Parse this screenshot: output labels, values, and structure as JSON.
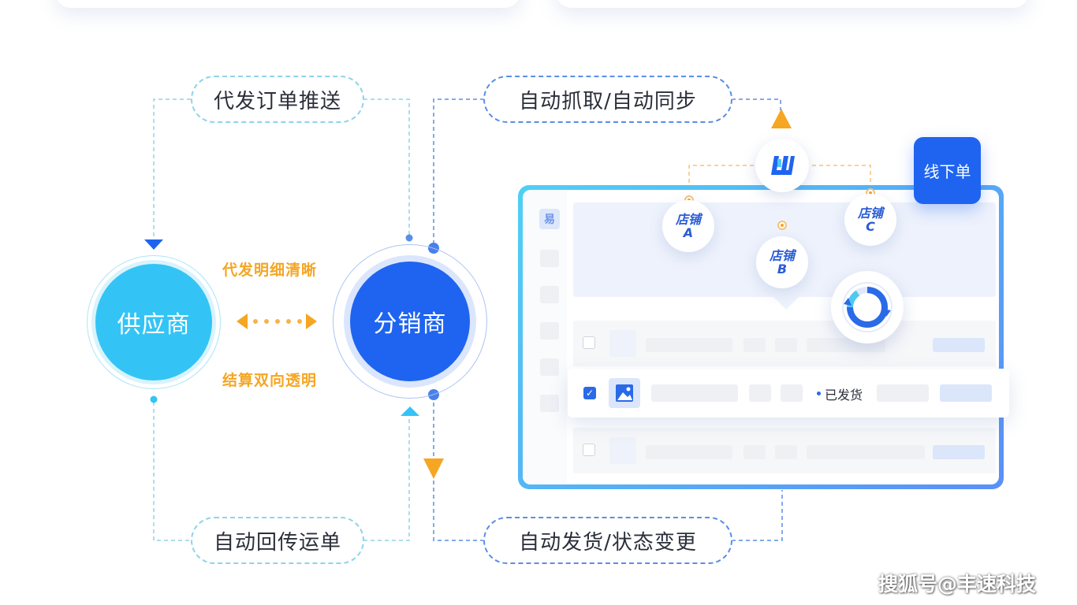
{
  "labels": {
    "push_orders": "代发订单推送",
    "auto_fetch_sync": "自动抓取/自动同步",
    "auto_return_waybill": "自动回传运单",
    "auto_ship_status": "自动发货/状态变更",
    "detail_clear": "代发明细清晰",
    "settlement_transparent": "结算双向透明",
    "offline_order": "线下单",
    "shipped_status": "已发货",
    "sidebar_badge": "易"
  },
  "nodes": {
    "supplier": "供应商",
    "distributor": "分销商"
  },
  "shops": [
    {
      "line1": "店铺",
      "line2": "A"
    },
    {
      "line1": "店铺",
      "line2": "B"
    },
    {
      "line1": "店铺",
      "line2": "C"
    }
  ],
  "watermark": "搜狐号@丰速科技",
  "colors": {
    "supplier": "#33c4f5",
    "distributor": "#1f64f0",
    "accent_orange": "#f5a623",
    "screen_border_start": "#4fd0f5",
    "screen_border_end": "#5b8ff6"
  }
}
